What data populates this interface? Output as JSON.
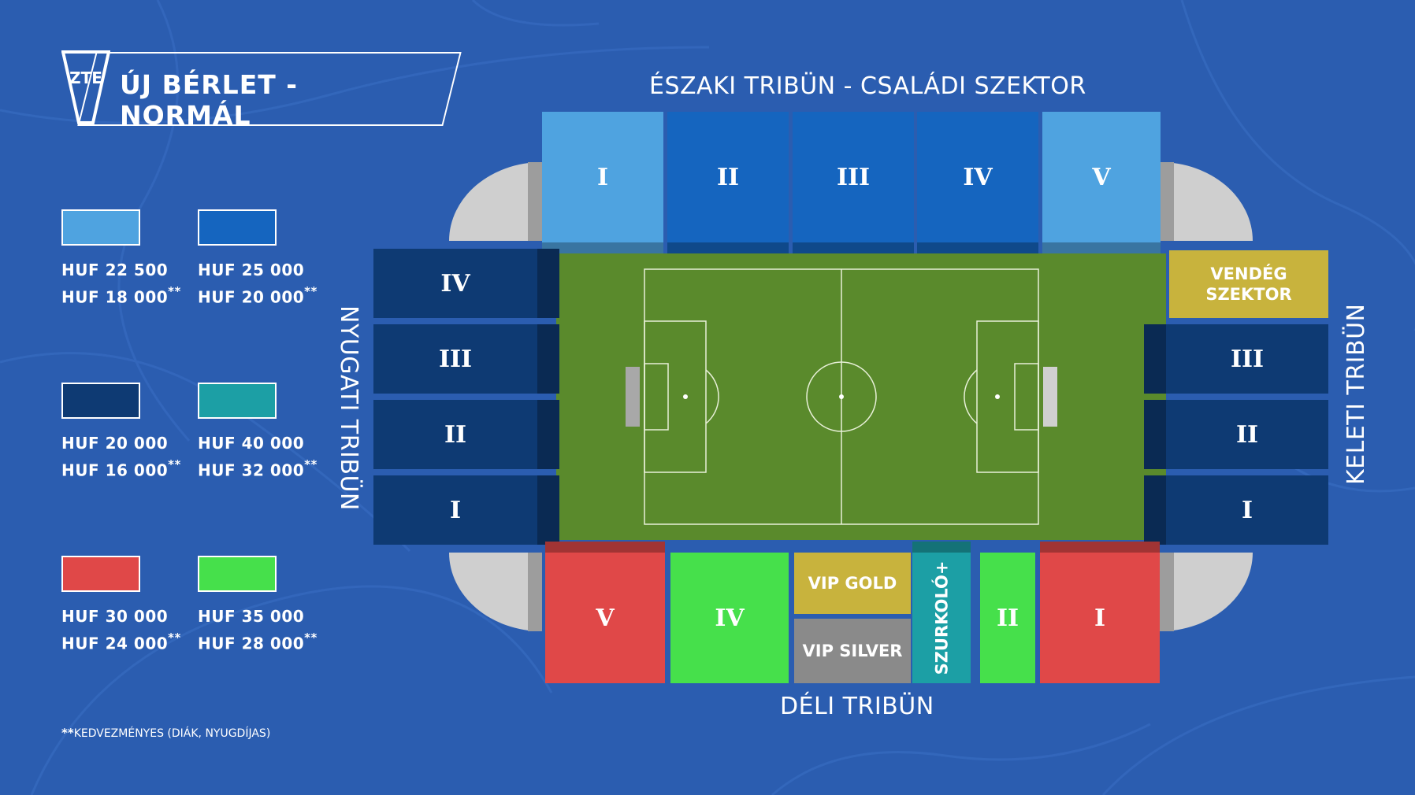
{
  "title": "ÚJ BÉRLET - NORMÁL",
  "logo_text": "ZTE",
  "colors": {
    "background": "#2b5db0",
    "light_blue": "#4fa3e0",
    "mid_blue": "#1565bf",
    "dark_blue": "#0e3a73",
    "teal": "#1c9fa5",
    "red": "#e04848",
    "green": "#46e04b",
    "gold": "#c8b33d",
    "silver": "#8a8a8a",
    "pitch": "#5a8a2c"
  },
  "legend": [
    {
      "color": "#4fa3e0",
      "price": "HUF 22 500",
      "discount_price": "HUF 18 000",
      "stars": "**"
    },
    {
      "color": "#1565bf",
      "price": "HUF 25 000",
      "discount_price": "HUF 20 000",
      "stars": "**"
    },
    {
      "color": "#0e3a73",
      "price": "HUF 20 000",
      "discount_price": "HUF 16 000",
      "stars": "**"
    },
    {
      "color": "#1c9fa5",
      "price": "HUF 40 000",
      "discount_price": "HUF 32 000",
      "stars": "**"
    },
    {
      "color": "#e04848",
      "price": "HUF 30 000",
      "discount_price": "HUF 24 000",
      "stars": "**"
    },
    {
      "color": "#46e04b",
      "price": "HUF 35 000",
      "discount_price": "HUF 28 000",
      "stars": "**"
    }
  ],
  "footnote": {
    "stars": "**",
    "text": "KEDVEZMÉNYES (DIÁK, NYUGDÍJAS)"
  },
  "stands": {
    "north": "ÉSZAKI TRIBÜN - CSALÁDI SZEKTOR",
    "south": "DÉLI TRIBÜN",
    "west": "NYUGATI TRIBÜN",
    "east": "KELETI TRIBÜN"
  },
  "north_sectors": [
    {
      "label": "I",
      "color": "#4fa3e0"
    },
    {
      "label": "II",
      "color": "#1565bf"
    },
    {
      "label": "III",
      "color": "#1565bf"
    },
    {
      "label": "IV",
      "color": "#1565bf"
    },
    {
      "label": "V",
      "color": "#4fa3e0"
    }
  ],
  "west_sectors": [
    {
      "label": "IV",
      "color": "#0e3a73"
    },
    {
      "label": "III",
      "color": "#0e3a73"
    },
    {
      "label": "II",
      "color": "#0e3a73"
    },
    {
      "label": "I",
      "color": "#0e3a73"
    }
  ],
  "east_sectors": [
    {
      "label": "VENDÉG SZEKTOR",
      "color": "#c8b33d"
    },
    {
      "label": "III",
      "color": "#0e3a73"
    },
    {
      "label": "II",
      "color": "#0e3a73"
    },
    {
      "label": "I",
      "color": "#0e3a73"
    }
  ],
  "south_sectors": [
    {
      "label": "V",
      "color": "#e04848"
    },
    {
      "label": "IV",
      "color": "#46e04b"
    },
    {
      "label": "VIP GOLD",
      "color": "#c8b33d"
    },
    {
      "label": "VIP SILVER",
      "color": "#8a8a8a"
    },
    {
      "label": "SZURKOLÓ+",
      "color": "#1c9fa5"
    },
    {
      "label": "II",
      "color": "#46e04b"
    },
    {
      "label": "I",
      "color": "#e04848"
    }
  ]
}
